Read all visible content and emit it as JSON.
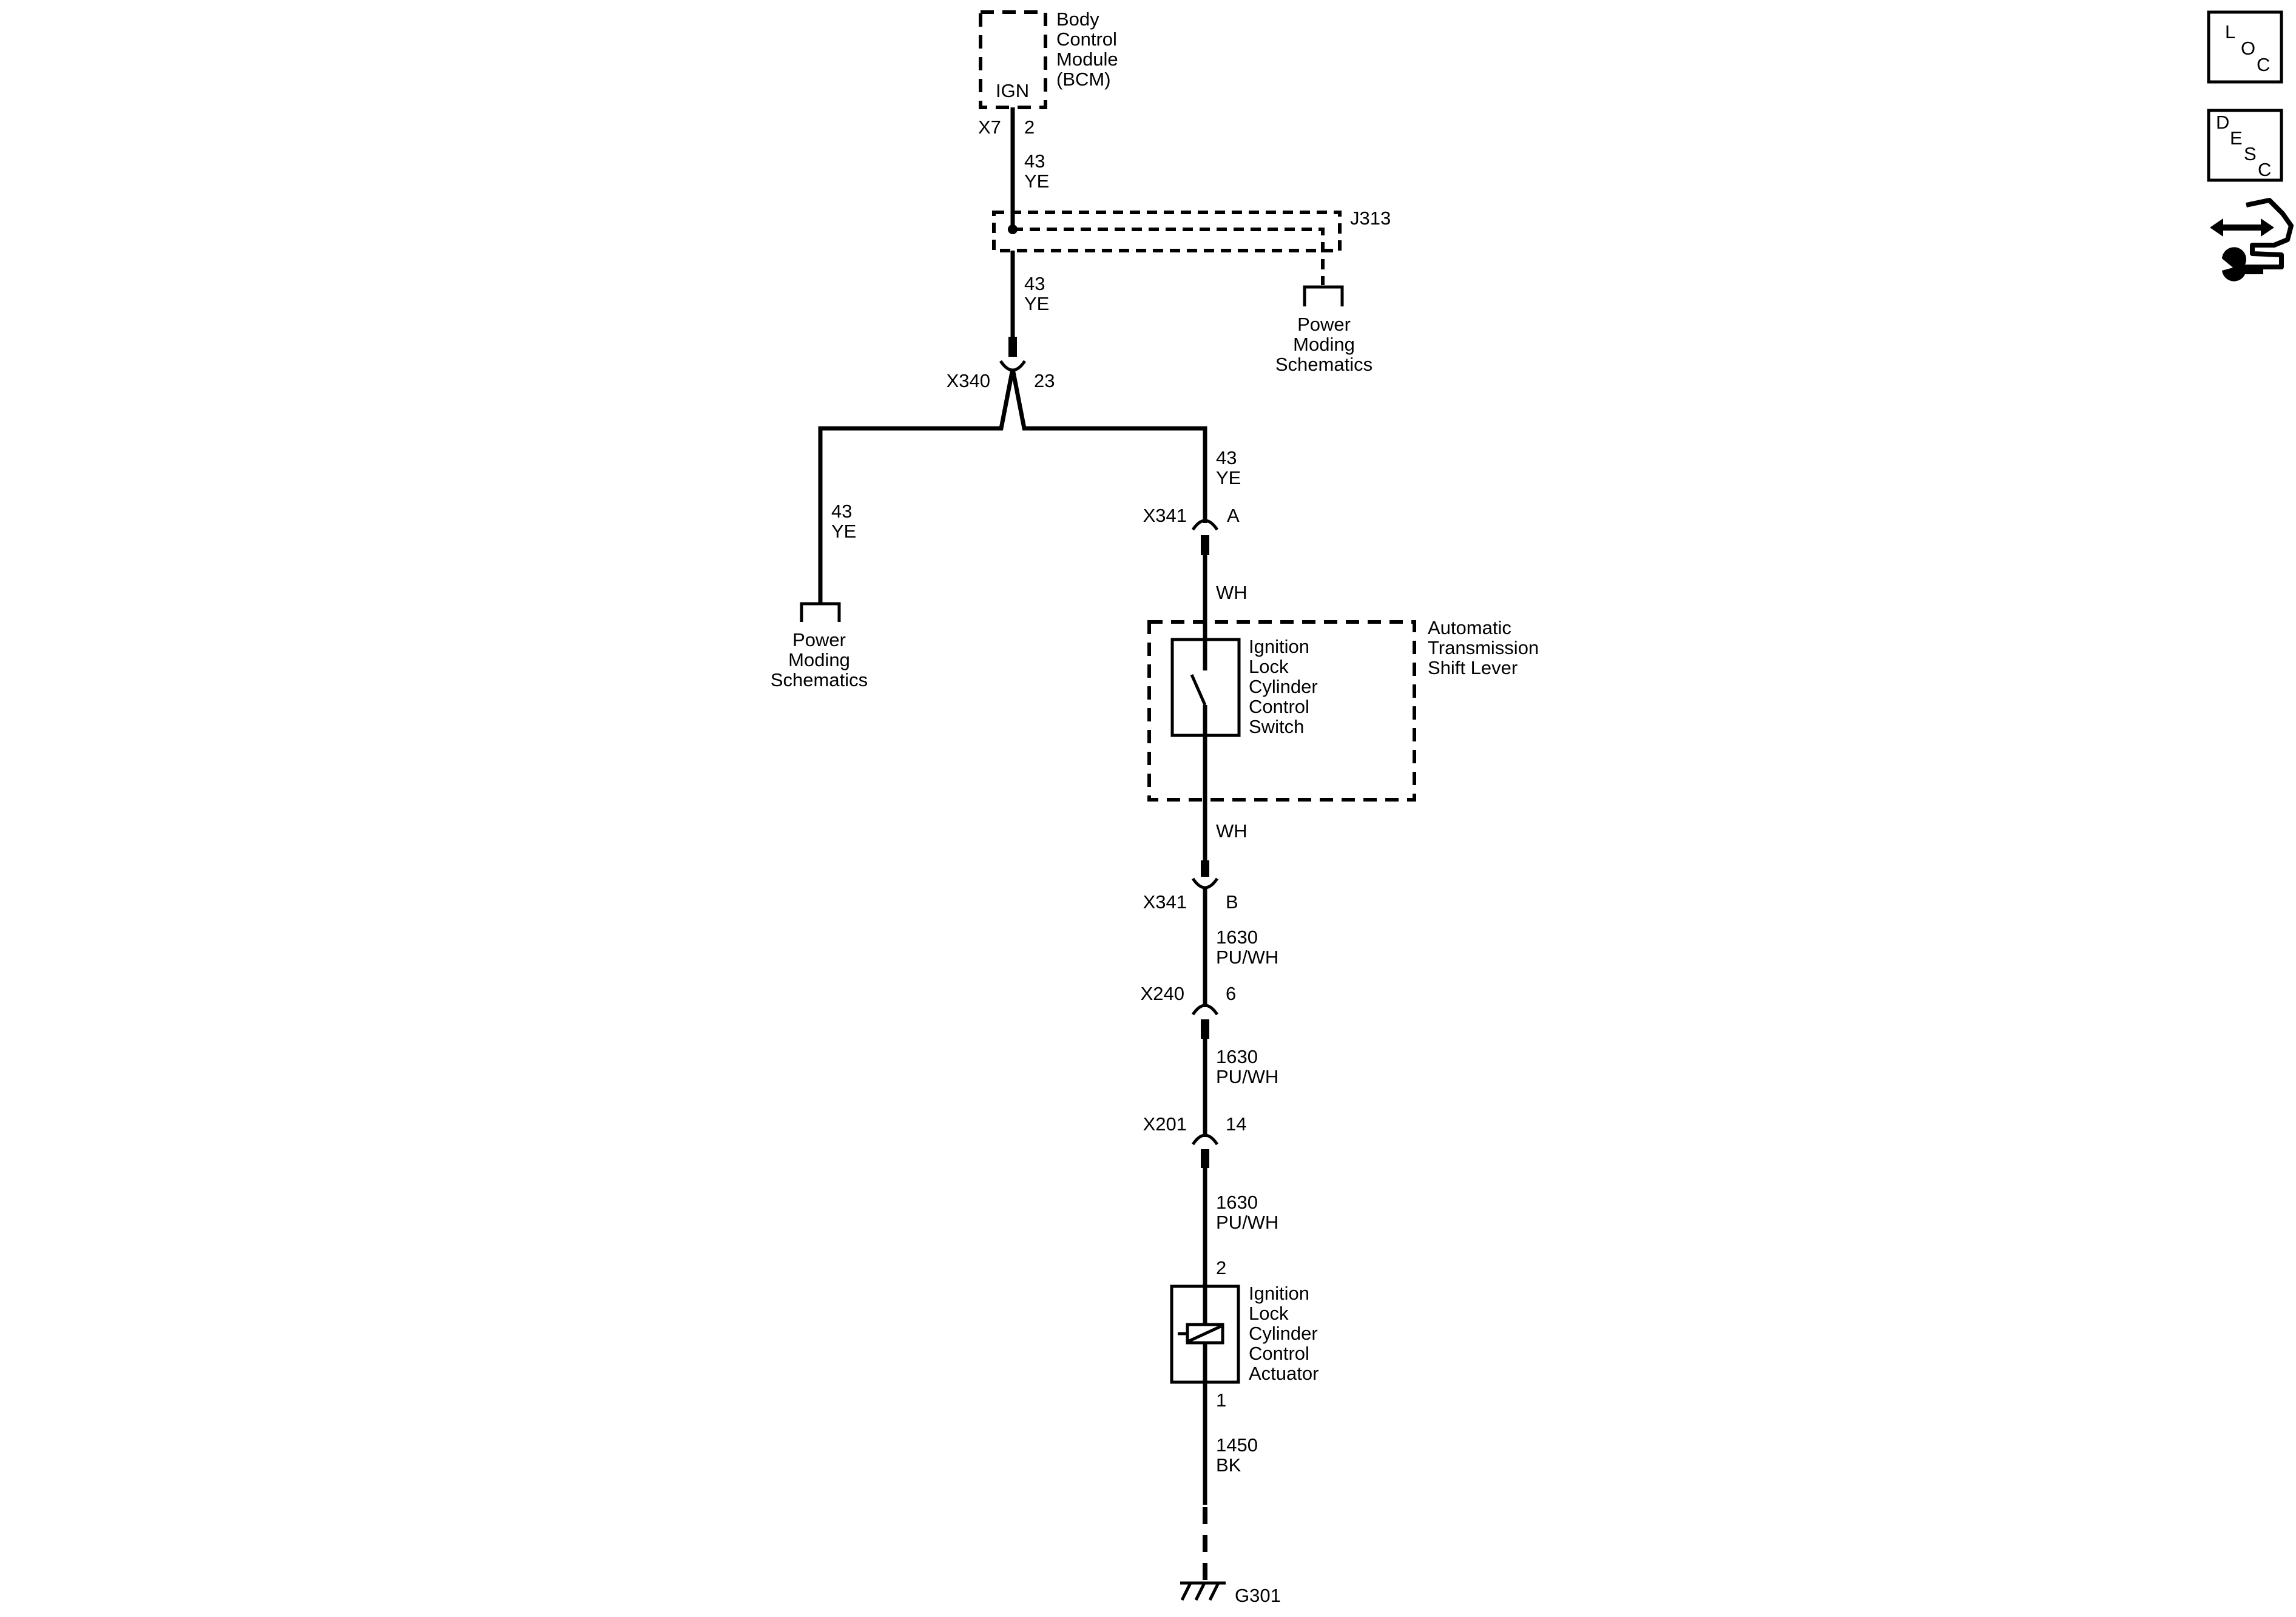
{
  "bcm": {
    "name_lines": [
      "Body",
      "Control",
      "Module",
      "(BCM)"
    ],
    "pin_label": "IGN",
    "connector": "X7",
    "pin": "2"
  },
  "splice": {
    "name": "J313"
  },
  "power_moding_ref": [
    "Power",
    "Moding",
    "Schematics"
  ],
  "wires": {
    "bcm_to_splice": {
      "circuit": "43",
      "color": "YE"
    },
    "splice_to_x340": {
      "circuit": "43",
      "color": "YE"
    },
    "left_branch": {
      "circuit": "43",
      "color": "YE"
    },
    "right_branch": {
      "circuit": "43",
      "color": "YE"
    },
    "switch_in": {
      "color": "WH"
    },
    "switch_out": {
      "color": "WH"
    },
    "x341b_to_x240": {
      "circuit": "1630",
      "color": "PU/WH"
    },
    "x240_to_x201": {
      "circuit": "1630",
      "color": "PU/WH"
    },
    "x201_to_actuator": {
      "circuit": "1630",
      "color": "PU/WH"
    },
    "actuator_to_ground": {
      "circuit": "1450",
      "color": "BK"
    }
  },
  "connectors": {
    "x340": {
      "name": "X340",
      "pin": "23"
    },
    "x341a": {
      "name": "X341",
      "pin": "A"
    },
    "x341b": {
      "name": "X341",
      "pin": "B"
    },
    "x240": {
      "name": "X240",
      "pin": "6"
    },
    "x201": {
      "name": "X201",
      "pin": "14"
    }
  },
  "shift_lever": {
    "name_lines": [
      "Automatic",
      "Transmission",
      "Shift Lever"
    ]
  },
  "switch": {
    "name_lines": [
      "Ignition",
      "Lock",
      "Cylinder",
      "Control",
      "Switch"
    ]
  },
  "actuator": {
    "name_lines": [
      "Ignition",
      "Lock",
      "Cylinder",
      "Control",
      "Actuator"
    ],
    "pin_top": "2",
    "pin_bottom": "1"
  },
  "ground": {
    "name": "G301"
  },
  "nav_icons": {
    "loc": {
      "letters": [
        "L",
        "O",
        "C"
      ],
      "icon": "location-view-icon"
    },
    "desc": {
      "letters": [
        "D",
        "E",
        "S",
        "C"
      ],
      "icon": "description-view-icon"
    },
    "service": {
      "icon": "connector-repair-icon"
    }
  }
}
